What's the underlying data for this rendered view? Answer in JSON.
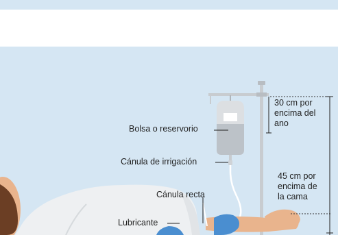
{
  "labels": {
    "bag": "Bolsa o reservorio",
    "irrigation_cannula": "Cánula de irrigación",
    "rectal_cannula": "Cánula recta",
    "lubricant": "Lubricante"
  },
  "measures": {
    "above_anus": [
      "30 cm por",
      "encima del",
      "ano"
    ],
    "above_bed": [
      "45 cm por",
      "encima de",
      "la cama"
    ]
  },
  "colors": {
    "background": "#d5e6f3",
    "bag": "#dcdfe2",
    "fluid": "#bcc2c8",
    "sheet": "#eef0f2",
    "skin": "#e9b48d",
    "glove": "#4a8ed0",
    "pole": "#c8ccd0",
    "hair": "#6b3e24"
  }
}
